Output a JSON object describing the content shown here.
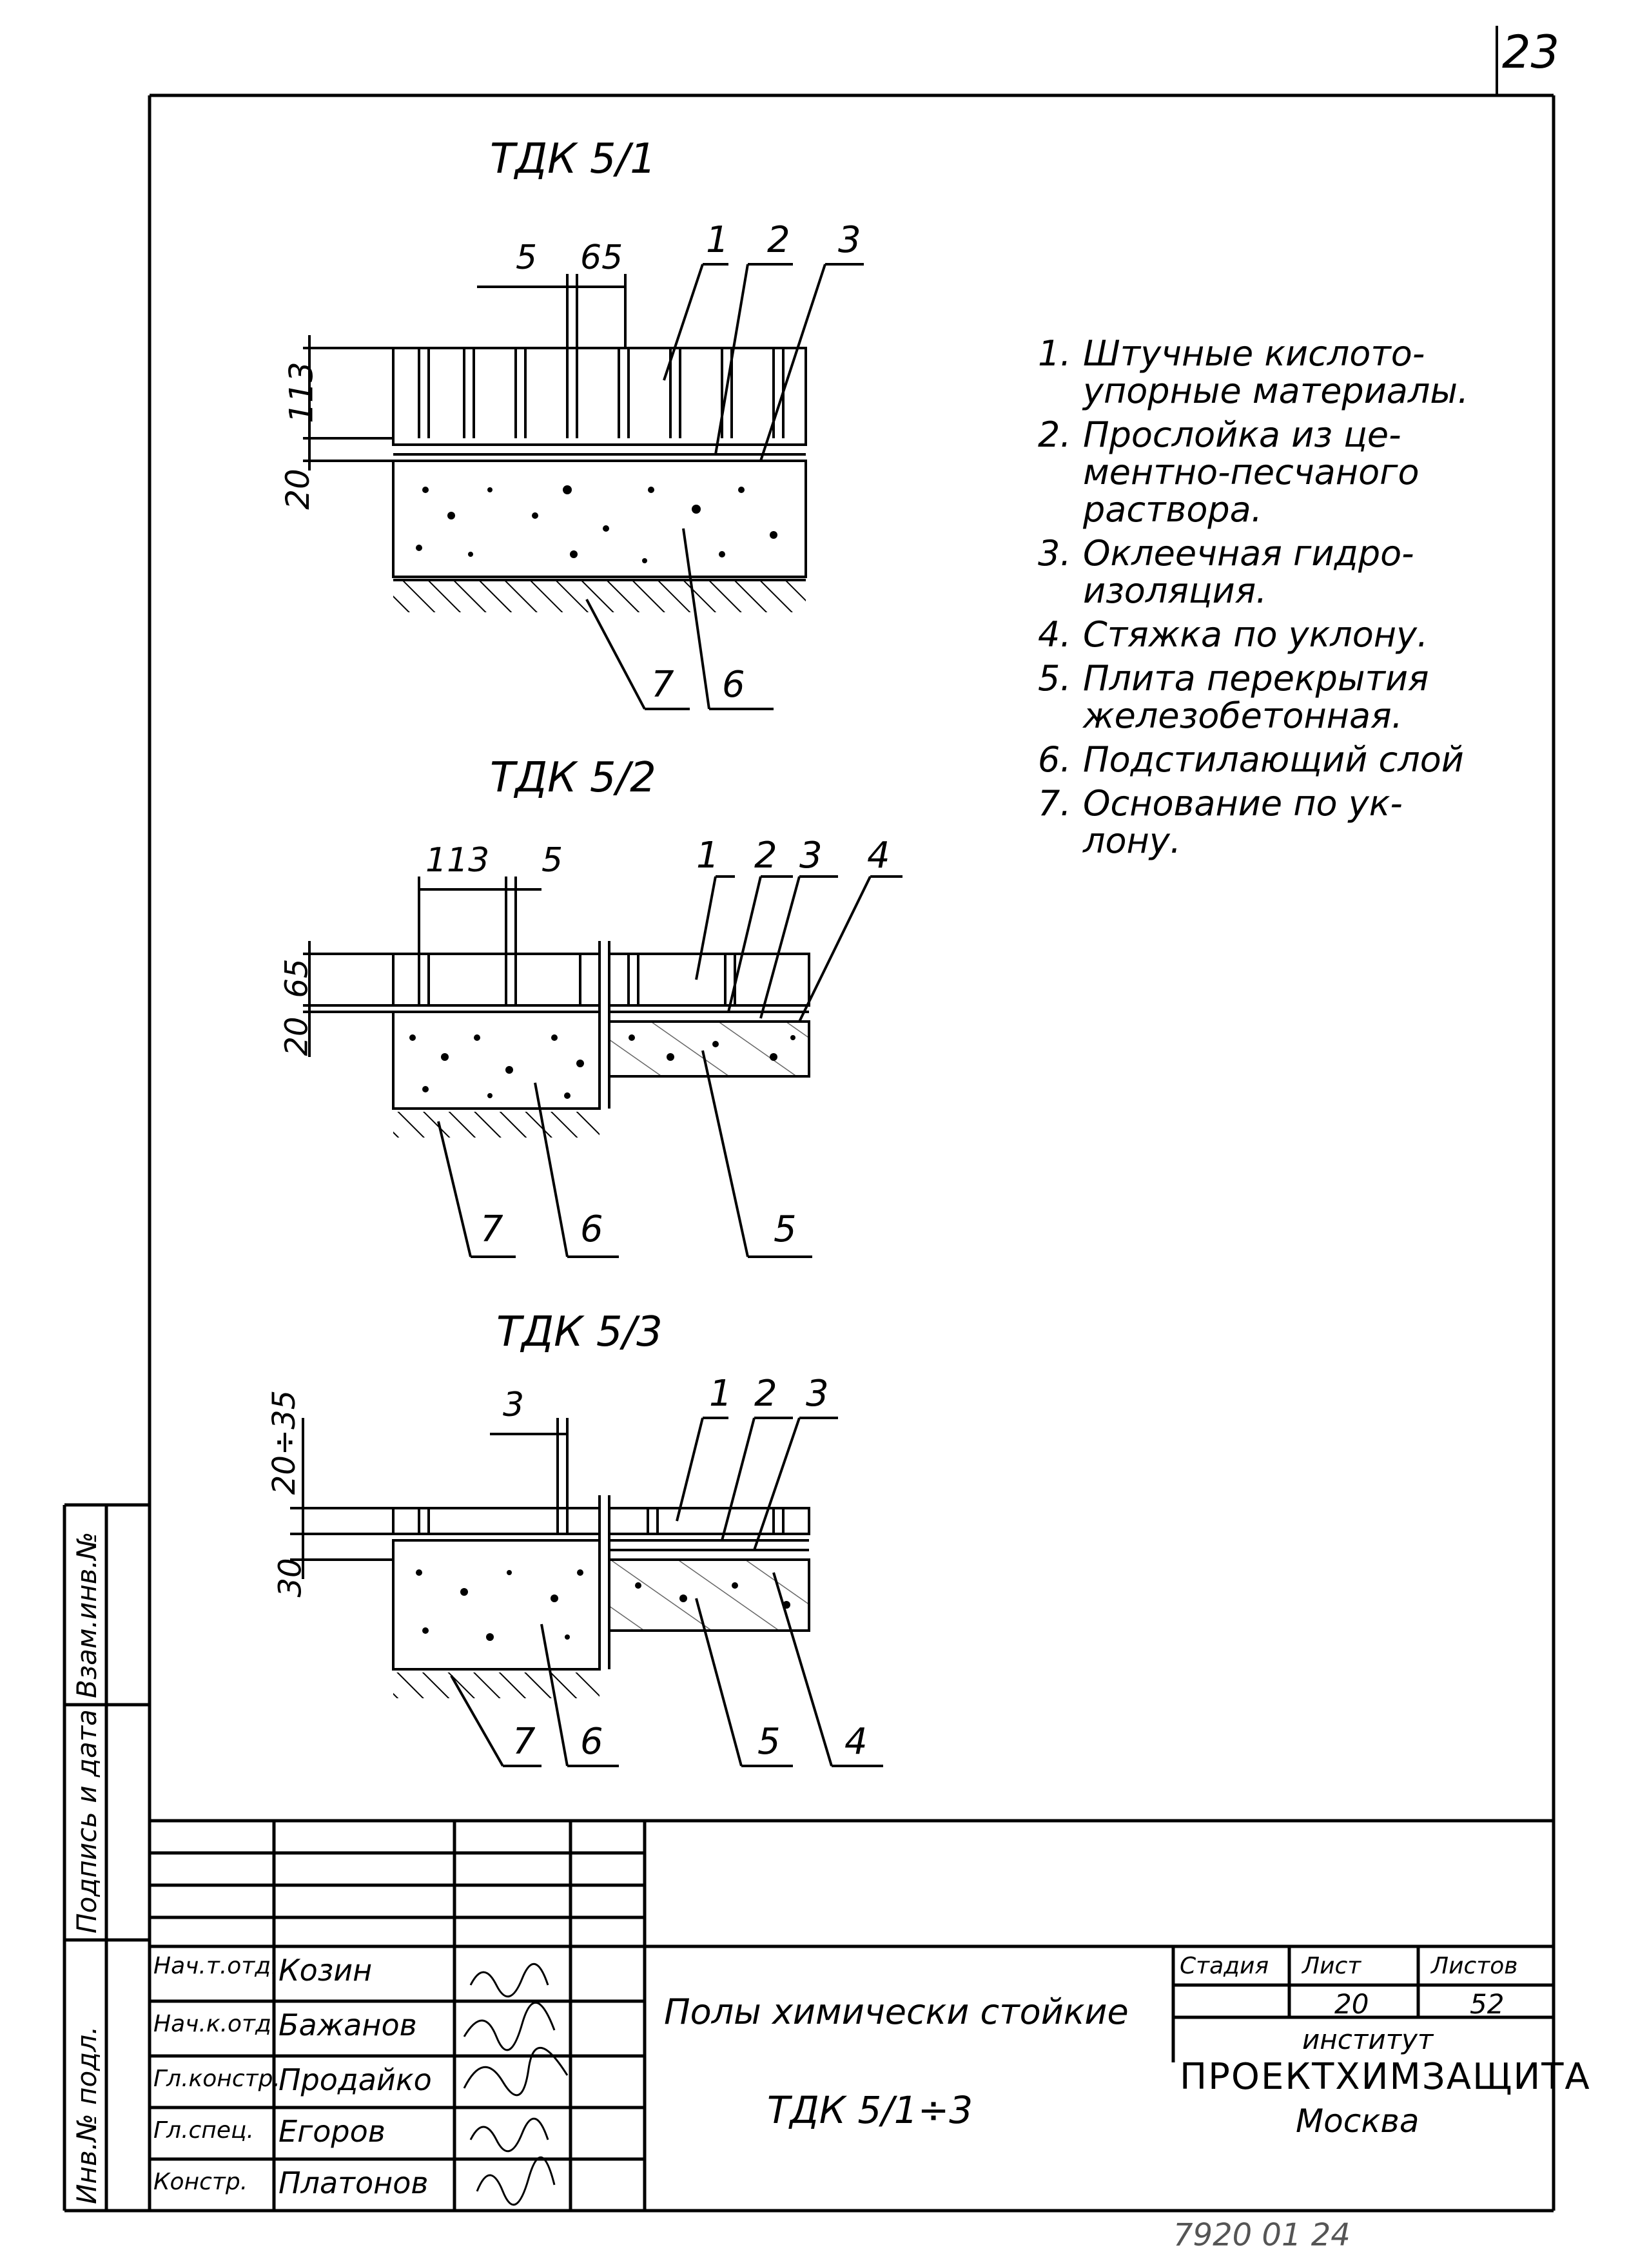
{
  "page_number": "23",
  "bottom_code": "7920 01 24",
  "sections": [
    {
      "title": "ТДК 5/1",
      "dims_top": [
        "5",
        "65"
      ],
      "dims_left": [
        "113",
        "20"
      ],
      "callouts_top": [
        "1",
        "2",
        "3"
      ],
      "callouts_bottom": [
        "7",
        "6"
      ]
    },
    {
      "title": "ТДК 5/2",
      "dims_top": [
        "113",
        "5"
      ],
      "dims_left": [
        "65",
        "20"
      ],
      "callouts_top": [
        "1",
        "2",
        "3",
        "4"
      ],
      "callouts_bottom": [
        "7",
        "6",
        "5"
      ]
    },
    {
      "title": "ТДК 5/3",
      "dims_top": [
        "3"
      ],
      "dims_left": [
        "20÷35",
        "30"
      ],
      "callouts_top": [
        "1",
        "2",
        "3"
      ],
      "callouts_bottom": [
        "7",
        "6",
        "5",
        "4"
      ]
    }
  ],
  "legend": [
    {
      "num": "1.",
      "lines": [
        "Штучные кислото-",
        "упорные материалы."
      ]
    },
    {
      "num": "2.",
      "lines": [
        "Прослойка из це-",
        "ментно-песчаного",
        "раствора."
      ]
    },
    {
      "num": "3.",
      "lines": [
        "Оклеечная гидро-",
        "изоляция."
      ]
    },
    {
      "num": "4.",
      "lines": [
        "Стяжка по уклону."
      ]
    },
    {
      "num": "5.",
      "lines": [
        "Плита перекрытия",
        "железобетонная."
      ]
    },
    {
      "num": "6.",
      "lines": [
        "Подстилающий слой"
      ]
    },
    {
      "num": "7.",
      "lines": [
        "Основание по ук-",
        "лону."
      ]
    }
  ],
  "side_stamp": [
    "Инв.№ подл.",
    "Подпись и дата",
    "Взам.инв.№"
  ],
  "title_block": {
    "rows": [
      {
        "role": "Нач.т.отд.",
        "name": "Козин"
      },
      {
        "role": "Нач.к.отд.",
        "name": "Бажанов"
      },
      {
        "role": "Гл.констр.",
        "name": "Продайко"
      },
      {
        "role": "Гл.спец.",
        "name": "Егоров"
      },
      {
        "role": "Констр.",
        "name": "Платонов"
      }
    ],
    "title": "Полы химически стойкие",
    "code": "ТДК 5/1÷3",
    "stage_label": "Стадия",
    "sheet_label": "Лист",
    "sheets_label": "Листов",
    "sheet": "20",
    "sheets": "52",
    "org_line1": "институт",
    "org_line2": "ПРОЕКТХИМЗАЩИТА",
    "org_line3": "Москва"
  }
}
